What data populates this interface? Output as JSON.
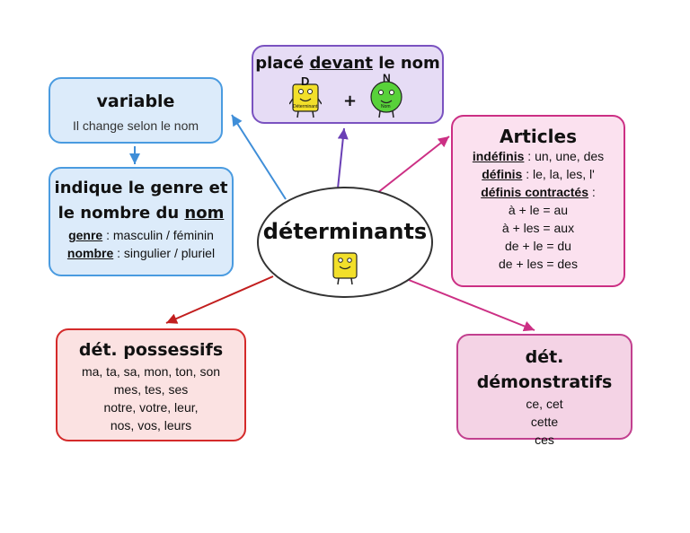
{
  "center": {
    "title": "déterminants"
  },
  "variable": {
    "title": "variable",
    "text": "Il change selon le nom"
  },
  "genre": {
    "title_line1": "indique le genre et",
    "title_line2_pre": "le nombre du ",
    "title_line2_u": "nom",
    "l1_key": "genre",
    "l1_rest": " : masculin / féminin",
    "l2_key": "nombre",
    "l2_rest": " : singulier / pluriel"
  },
  "place": {
    "title_pre": "placé ",
    "title_u": "devant",
    "title_post": " le nom",
    "plus": "+"
  },
  "articles": {
    "title": "Articles",
    "l1_key": "indéfinis",
    "l1_rest": " : un, une, des",
    "l2_key": "définis",
    "l2_rest": " : le, la, les, l'",
    "l3_key": "définis contractés",
    "l3_rest": " :",
    "lines": [
      "à + le = au",
      "à + les = aux",
      "de + le = du",
      "de + les = des"
    ]
  },
  "possessifs": {
    "title": "dét. possessifs",
    "lines": [
      "ma, ta, sa, mon, ton, son",
      "mes, tes, ses",
      "notre, votre, leur,",
      "nos, vos, leurs"
    ]
  },
  "demonstratifs": {
    "title": "dét. démonstratifs",
    "lines": [
      "ce, cet",
      "cette",
      "ces"
    ]
  },
  "mascots": {
    "determinant_letter": "D",
    "determinant_label": "Déterminant",
    "nom_letter": "N",
    "nom_label": "Nom"
  },
  "colors": {
    "blue_border": "#4a9be0",
    "blue_fill": "#dcebfa",
    "purple_border": "#7a52c0",
    "purple_fill": "#e6dcf5",
    "magenta_border": "#cc2f84",
    "magenta_fill": "#fbe1ef",
    "red_border": "#d42a2a",
    "red_fill": "#fbe2e2",
    "pink_border": "#c2408f",
    "pink_fill": "#f4d3e5"
  }
}
